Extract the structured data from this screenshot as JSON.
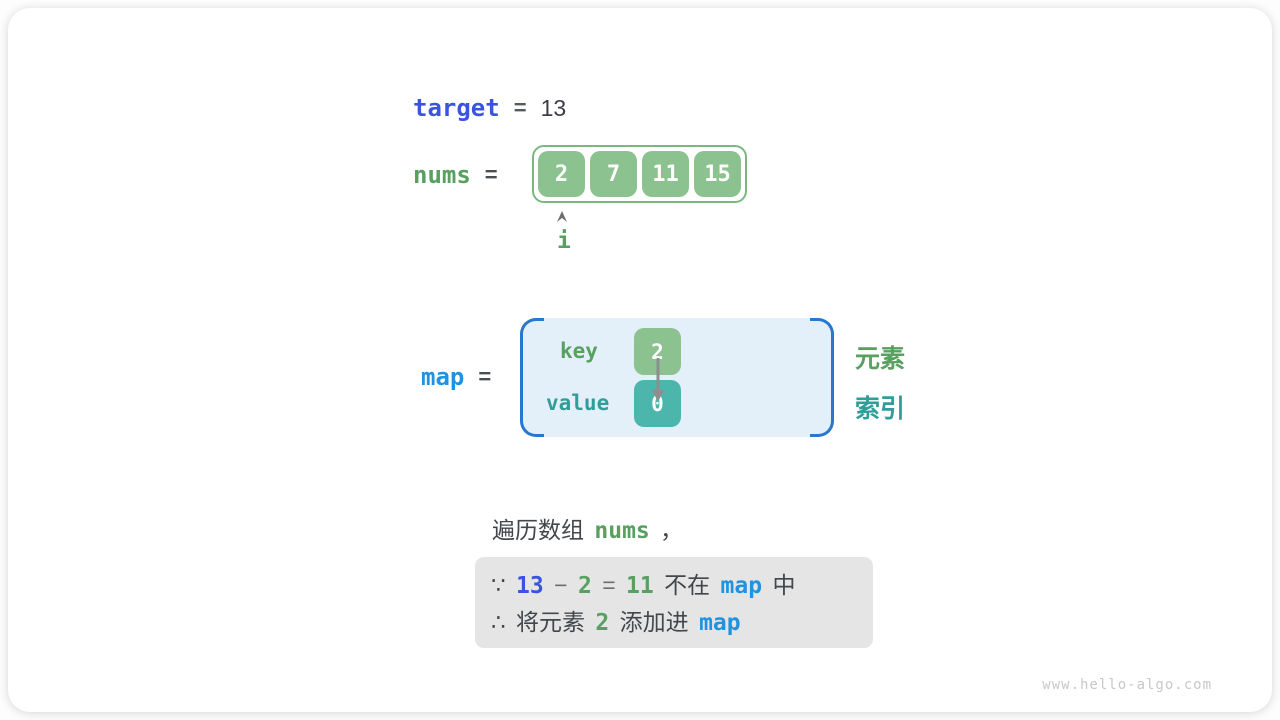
{
  "colors": {
    "indigo": "#3a54e0",
    "green": "#57a05f",
    "green_box": "#8bc28f",
    "green_border": "#79b87e",
    "teal": "#2f9e99",
    "teal_box": "#4cb6ad",
    "blue": "#2093e0",
    "map_fill": "#e3f0fa",
    "map_bracket": "#2878cc",
    "note_bg": "#e5e5e6",
    "dark_text": "#43474c"
  },
  "target_row": {
    "label": "target",
    "equals": "=",
    "value": "13"
  },
  "nums_row": {
    "label": "nums",
    "equals": "=",
    "cells": [
      "2",
      "7",
      "11",
      "15"
    ],
    "pointer": "i"
  },
  "map_row": {
    "label": "map",
    "equals": "=",
    "key_label": "key",
    "key_value": "2",
    "value_label": "value",
    "value_value": "0",
    "element_label": "元素",
    "index_label": "索引"
  },
  "caption_segments": [
    {
      "t": "遍历数组 ",
      "c": "dark",
      "f": "sans"
    },
    {
      "t": "nums",
      "c": "green",
      "f": "mono"
    },
    {
      "t": " ，",
      "c": "dark",
      "f": "sans"
    }
  ],
  "note": {
    "line1": [
      {
        "t": "∵ ",
        "c": "dark",
        "f": "sans"
      },
      {
        "t": "13",
        "c": "indigo",
        "f": "mono"
      },
      {
        "t": " − ",
        "c": "gray",
        "f": "sans"
      },
      {
        "t": "2",
        "c": "green",
        "f": "mono"
      },
      {
        "t": " = ",
        "c": "gray",
        "f": "sans"
      },
      {
        "t": "11",
        "c": "green",
        "f": "mono"
      },
      {
        "t": " 不在 ",
        "c": "dark",
        "f": "sans"
      },
      {
        "t": "map",
        "c": "blue",
        "f": "mono"
      },
      {
        "t": " 中",
        "c": "dark",
        "f": "sans"
      }
    ],
    "line2": [
      {
        "t": "∴ 将元素 ",
        "c": "dark",
        "f": "sans"
      },
      {
        "t": "2",
        "c": "green",
        "f": "mono"
      },
      {
        "t": " 添加进 ",
        "c": "dark",
        "f": "sans"
      },
      {
        "t": "map",
        "c": "blue",
        "f": "mono"
      }
    ]
  },
  "watermark": "www.hello-algo.com"
}
